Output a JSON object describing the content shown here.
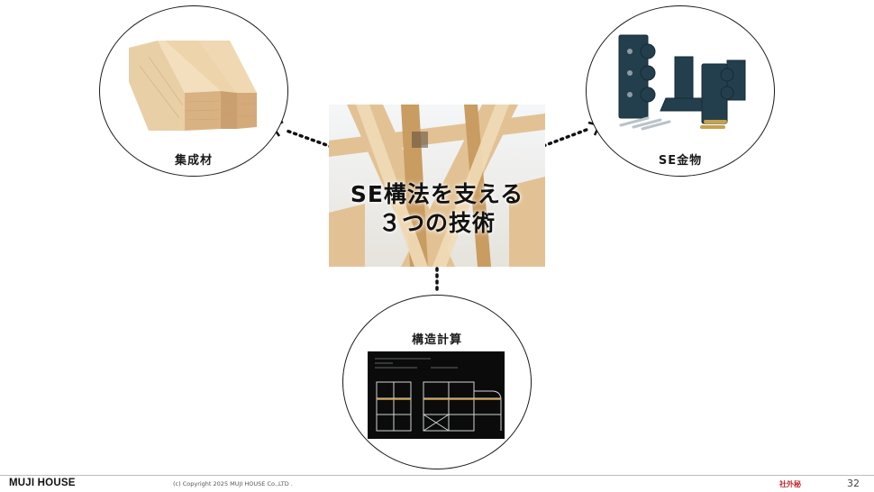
{
  "diagram": {
    "center_title_line1": "SE構法を支える",
    "center_title_line2": "３つの技術",
    "nodes": {
      "laminated_timber": "集成材",
      "se_hardware": "SE金物",
      "structural_calc": "構造計算"
    }
  },
  "footer": {
    "brand": "MUJI HOUSE",
    "copyright": "(c) Copyright 2025 MUJI HOUSE Co.,LTD .",
    "confidential": "社外秘",
    "page_number": "32"
  }
}
